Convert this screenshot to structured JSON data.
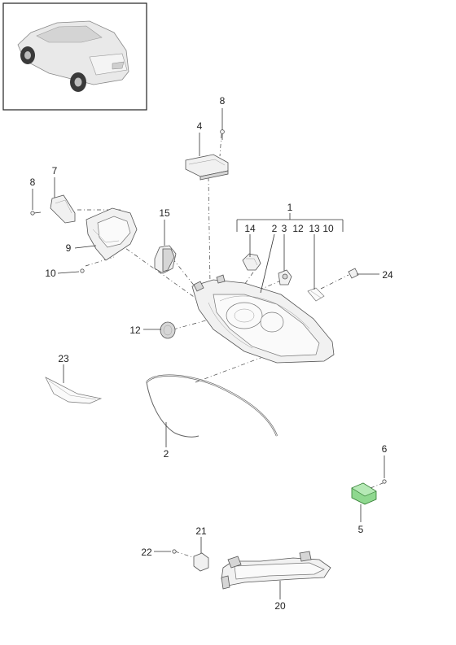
{
  "diagram": {
    "callouts": {
      "c1": "1",
      "c2_top": "2",
      "c2_bottom": "2",
      "c3": "3",
      "c4": "4",
      "c5": "5",
      "c6": "6",
      "c7": "7",
      "c8_top": "8",
      "c8_left": "8",
      "c9": "9",
      "c10_left": "10",
      "c10_group": "10",
      "c12_group": "12",
      "c12_left": "12",
      "c13": "13",
      "c14": "14",
      "c15": "15",
      "c20": "20",
      "c21": "21",
      "c22": "22",
      "c23": "23",
      "c24": "24"
    },
    "colors": {
      "highlight_part": "#8fd88f",
      "line": "#333333",
      "part_fill": "#f1f1f1"
    }
  }
}
